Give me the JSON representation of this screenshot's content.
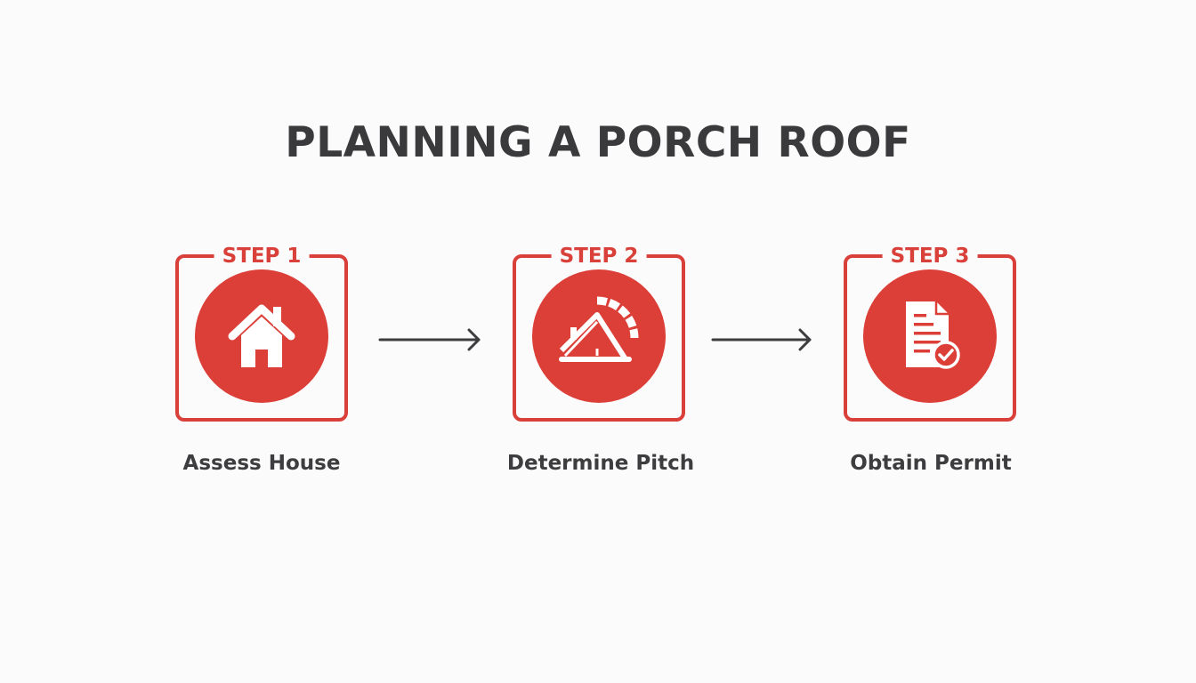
{
  "title": "PLANNING A PORCH ROOF",
  "colors": {
    "accent": "#dc3f38",
    "text": "#3a3a3c",
    "background": "#fbfbfb"
  },
  "steps": [
    {
      "label": "STEP 1",
      "icon": "house-icon",
      "caption": "Assess House"
    },
    {
      "label": "STEP 2",
      "icon": "roof-pitch-icon",
      "caption": "Determine Pitch"
    },
    {
      "label": "STEP 3",
      "icon": "permit-document-check-icon",
      "caption": "Obtain Permit"
    }
  ],
  "connectors": [
    "arrow-right-icon",
    "arrow-right-icon"
  ]
}
